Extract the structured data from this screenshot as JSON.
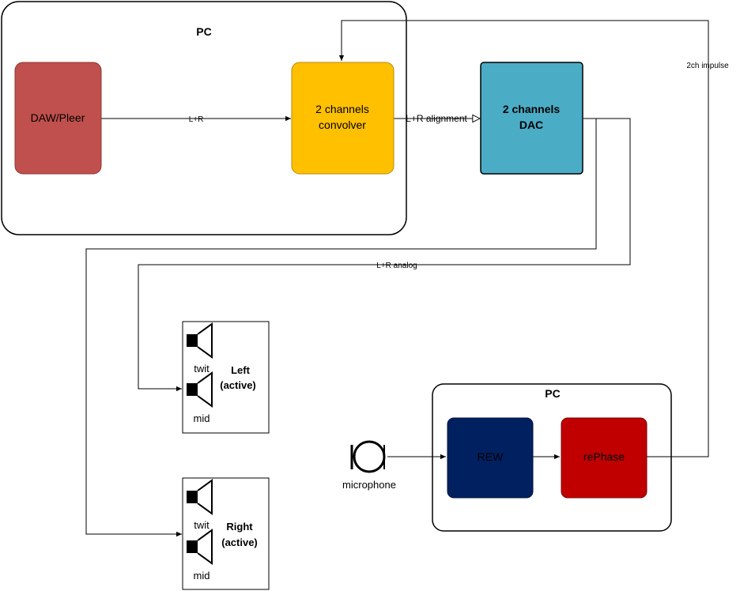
{
  "groups": {
    "pc_top": {
      "title": "PC"
    },
    "pc_bottom": {
      "title": "PC"
    }
  },
  "blocks": {
    "daw": {
      "label": "DAW/Pleer",
      "color": "#c0504d"
    },
    "convolver": {
      "line1": "2 channels",
      "line2": "convolver",
      "color": "#ffc000"
    },
    "dac": {
      "line1": "2 channels",
      "line2": "DAC",
      "color": "#4bacc6"
    },
    "rew": {
      "label": "REW",
      "color": "#002060"
    },
    "rephase": {
      "label": "rePhase",
      "color": "#c00000"
    }
  },
  "connections": {
    "daw_to_convolver": "L+R",
    "convolver_to_dac": "L+R alignment",
    "dac_to_speakers": "L+R analog",
    "impulse_feedback": "2ch impulse"
  },
  "speakers": {
    "left": {
      "twit": "twit",
      "mid": "mid",
      "line1": "Left",
      "line2": "(active)"
    },
    "right": {
      "twit": "twit",
      "mid": "mid",
      "line1": "Right",
      "line2": "(active)"
    }
  },
  "microphone": {
    "label": "microphone"
  }
}
